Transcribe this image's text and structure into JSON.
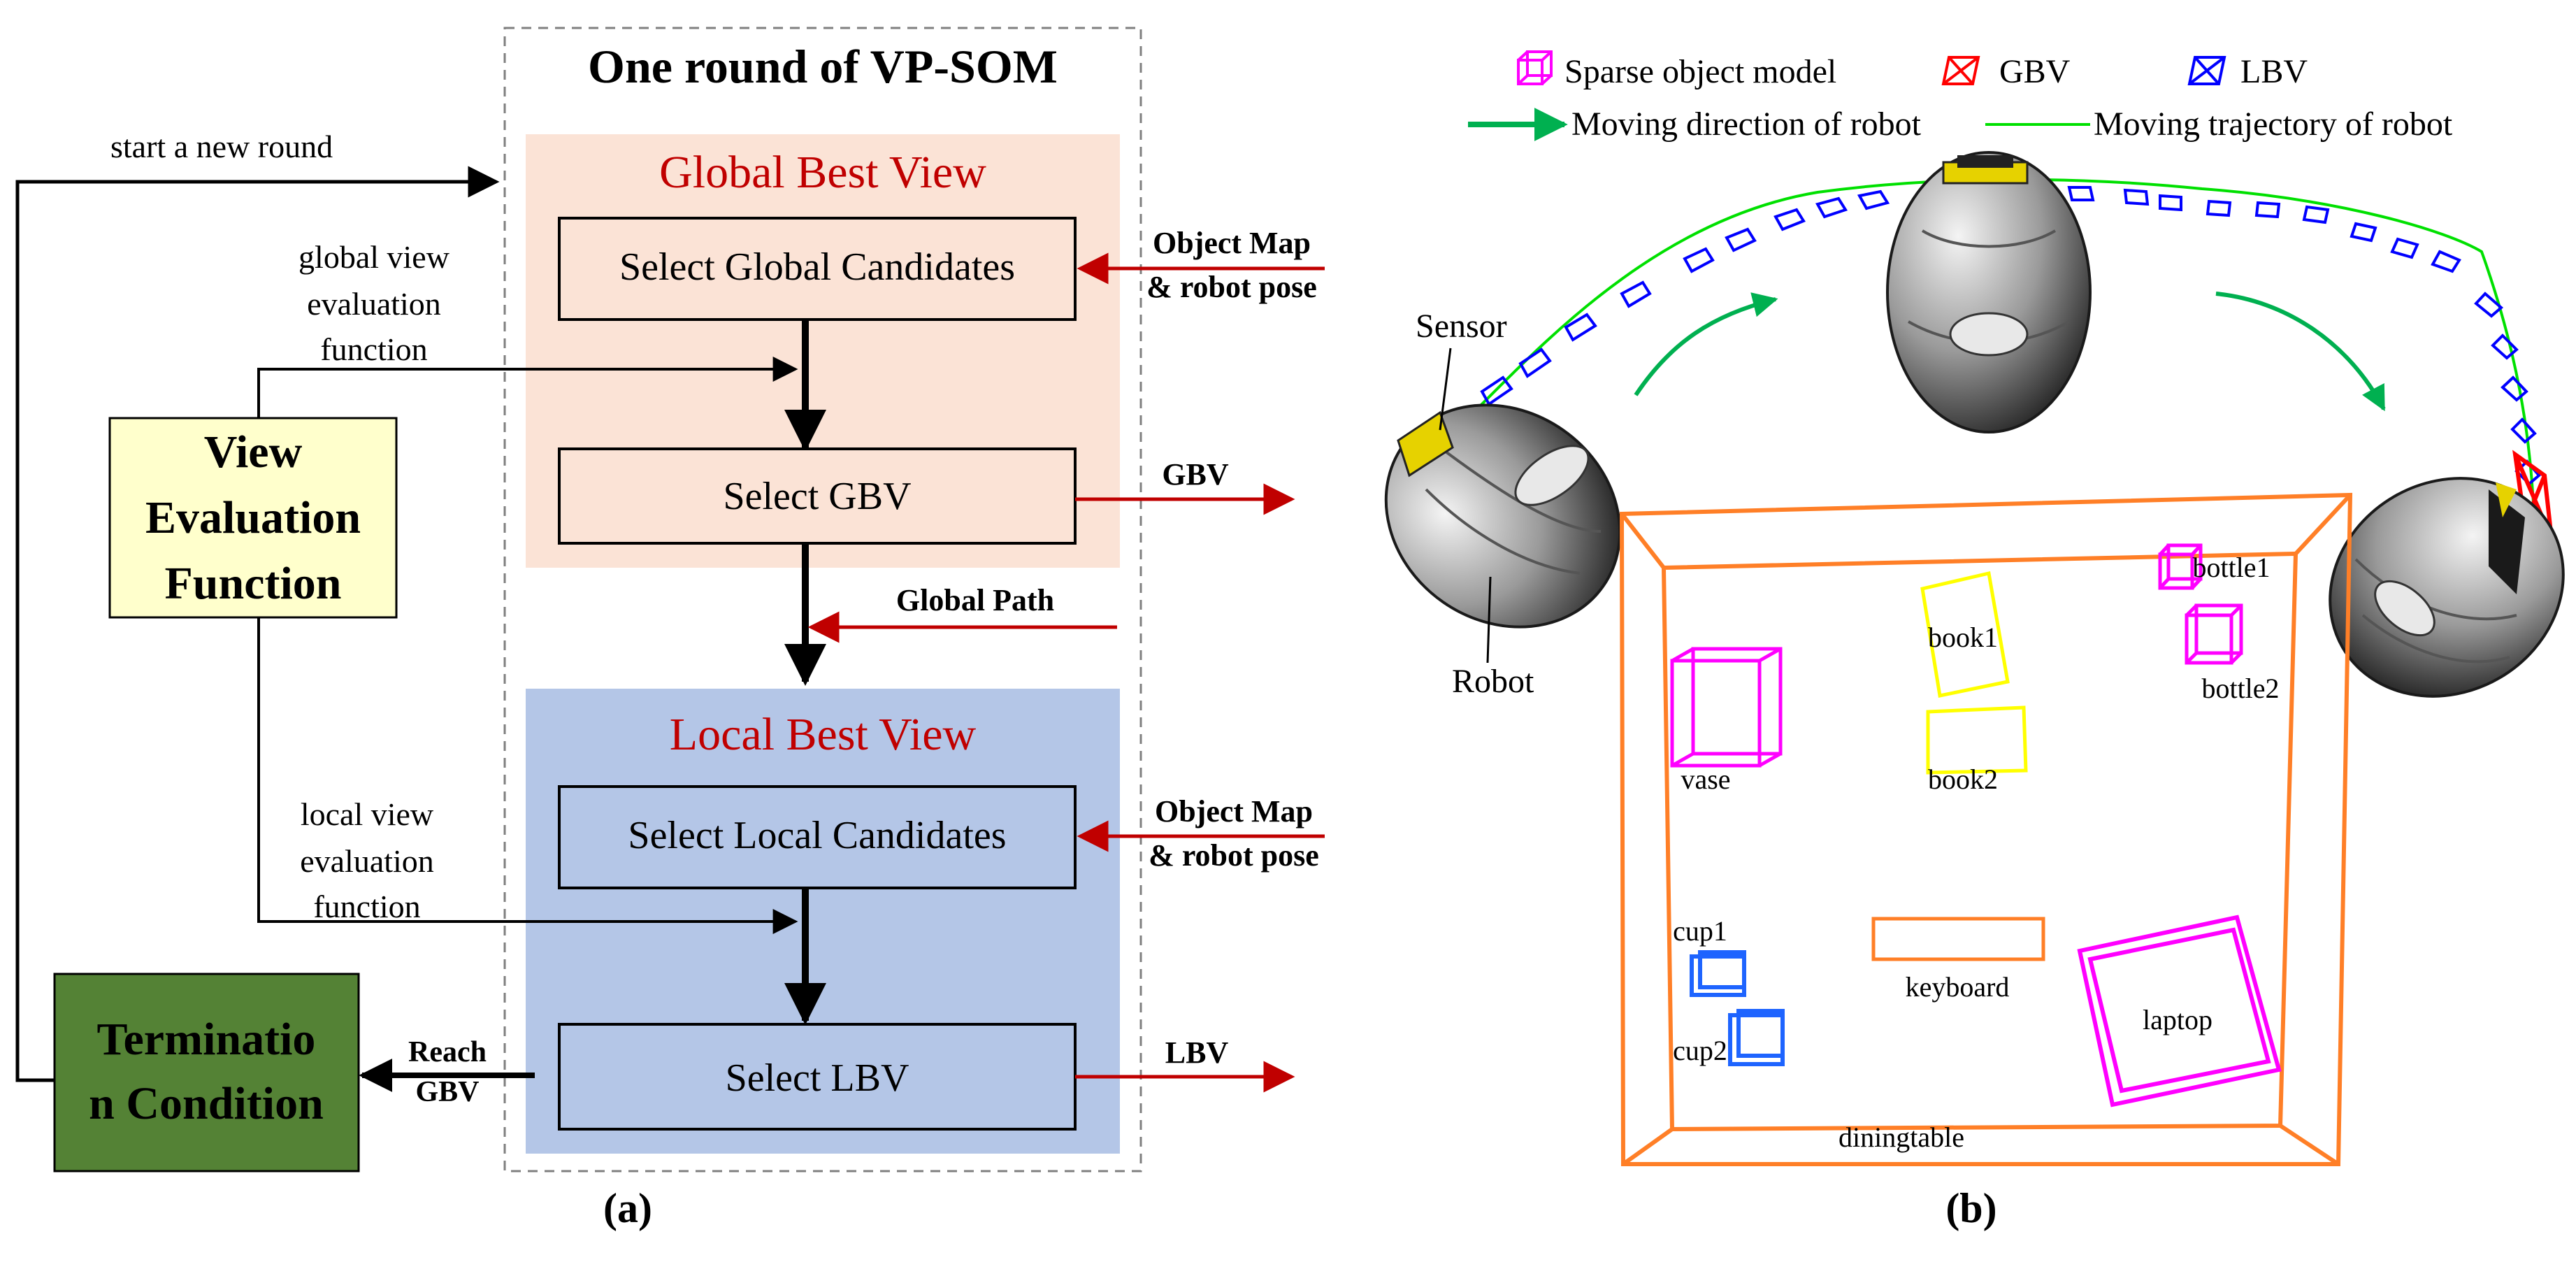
{
  "panel_a": {
    "frame_title": "One round of VP-SOM",
    "start_new_round": "start a new round",
    "global_section": {
      "title": "Global Best View",
      "select_candidates": "Select Global Candidates",
      "select_best": "Select GBV"
    },
    "global_eval_label": [
      "global view",
      "evaluation",
      "function"
    ],
    "view_eval_box": [
      "View",
      "Evaluation",
      "Function"
    ],
    "object_map_label_1": [
      "Object Map",
      "& robot pose"
    ],
    "gbv_output": "GBV",
    "global_path": "Global Path",
    "local_section": {
      "title": "Local Best View",
      "select_candidates": "Select Local Candidates",
      "select_best": "Select LBV"
    },
    "local_eval_label": [
      "local view",
      "evaluation",
      "function"
    ],
    "object_map_label_2": [
      "Object Map",
      "& robot pose"
    ],
    "lbv_output": "LBV",
    "termination_box": [
      "Terminatio",
      "n Condition"
    ],
    "reach_gbv": [
      "Reach",
      "GBV"
    ],
    "caption": "(a)",
    "colors": {
      "global_fill": "#fbe3d6",
      "local_fill": "#b4c6e7",
      "view_eval_fill": "#ffffcc",
      "termination_fill": "#548235",
      "section_title": "#c00000",
      "input_arrow": "#c00000"
    }
  },
  "panel_b": {
    "legend": {
      "sparse_model": "Sparse object model",
      "gbv": "GBV",
      "lbv": "LBV",
      "moving_direction": "Moving direction of robot",
      "moving_trajectory": "Moving trajectory of robot"
    },
    "sensor": "Sensor",
    "robot": "Robot",
    "objects": [
      "book1",
      "book2",
      "bottle1",
      "bottle2",
      "vase",
      "cup1",
      "cup2",
      "keyboard",
      "laptop",
      "diningtable"
    ],
    "caption": "(b)",
    "colors": {
      "sparse_model": "#ff00ff",
      "gbv": "#ff0000",
      "lbv": "#0000ff",
      "trajectory": "#00e000",
      "direction": "#00b050",
      "table": "#ff7f27",
      "book": "#ffff00",
      "cup": "#1e64ff"
    }
  }
}
